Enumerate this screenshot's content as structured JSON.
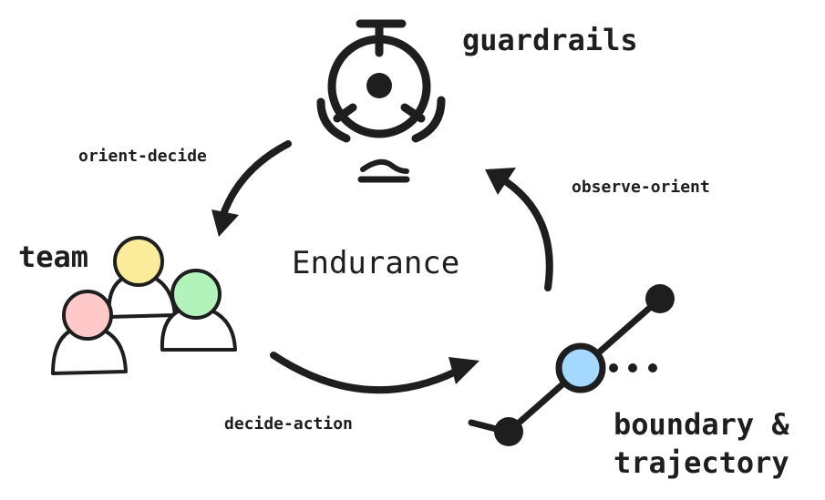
{
  "center_label": "Endurance",
  "nodes": {
    "guardrails": {
      "label": "guardrails"
    },
    "team": {
      "label": "team"
    },
    "boundary": {
      "label_line1": "boundary &",
      "label_line2": "trajectory"
    }
  },
  "edges": {
    "orient_decide": "orient-decide",
    "observe_orient": "observe-orient",
    "decide_action": "decide-action"
  },
  "colors": {
    "ink": "#1e1e1e",
    "team_yellow": "#fbec9c",
    "team_pink": "#ffc9c9",
    "team_green": "#b2f2bb",
    "boundary_blue": "#a5d8ff"
  }
}
